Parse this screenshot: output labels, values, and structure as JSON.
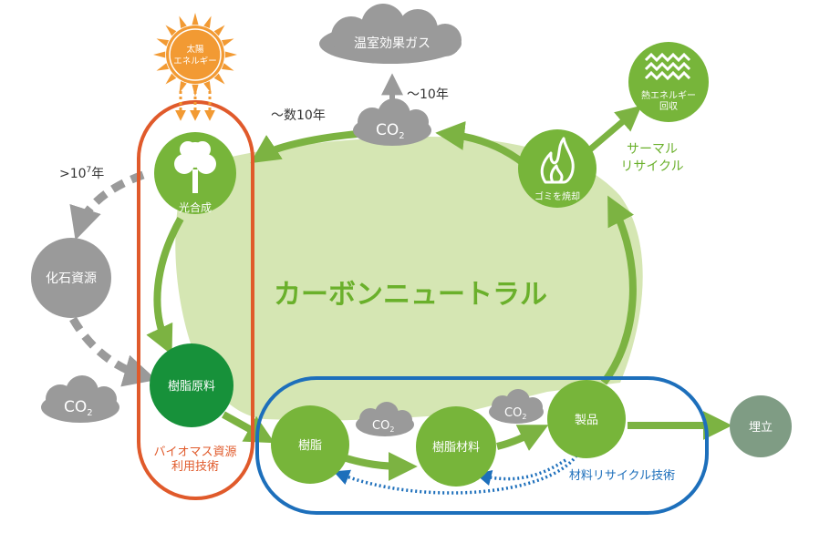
{
  "diagram": {
    "center_label": "カーボンニュートラル",
    "sun_label": [
      "太陽",
      "エネルギー"
    ],
    "greenhouse_label": "温室効果ガス",
    "co2_label": "CO",
    "co2_sub": "2",
    "nodes": {
      "photosynthesis": "光合成",
      "resin_raw": "樹脂原料",
      "resin": "樹脂",
      "resin_material": "樹脂材料",
      "product": "製品",
      "landfill": "埋立",
      "incineration": "ゴミを焼却",
      "heat_recovery": [
        "熱エネルギー",
        "回収"
      ],
      "fossil": "化石資源"
    },
    "time_labels": {
      "tens_of_years": "～数10年",
      "ten_years": "～10年",
      "fossil_years_prefix": ">10",
      "fossil_years_exp": "7",
      "fossil_years_suffix": "年"
    },
    "thermal_recycle": [
      "サーマル",
      "リサイクル"
    ],
    "biomass_label": [
      "バイオマス資源",
      "利用技術"
    ],
    "material_recycle": "材料リサイクル技術"
  },
  "colors": {
    "green_dark": "#7cb342",
    "green_node": "#77b53a",
    "green_deep": "#17913a",
    "green_fill": "#d5e6b3",
    "gray": "#9a9a9a",
    "orange": "#e05a2b",
    "blue": "#1d6fbb",
    "sun": "#f29a33",
    "landfill": "#7f9c84"
  }
}
